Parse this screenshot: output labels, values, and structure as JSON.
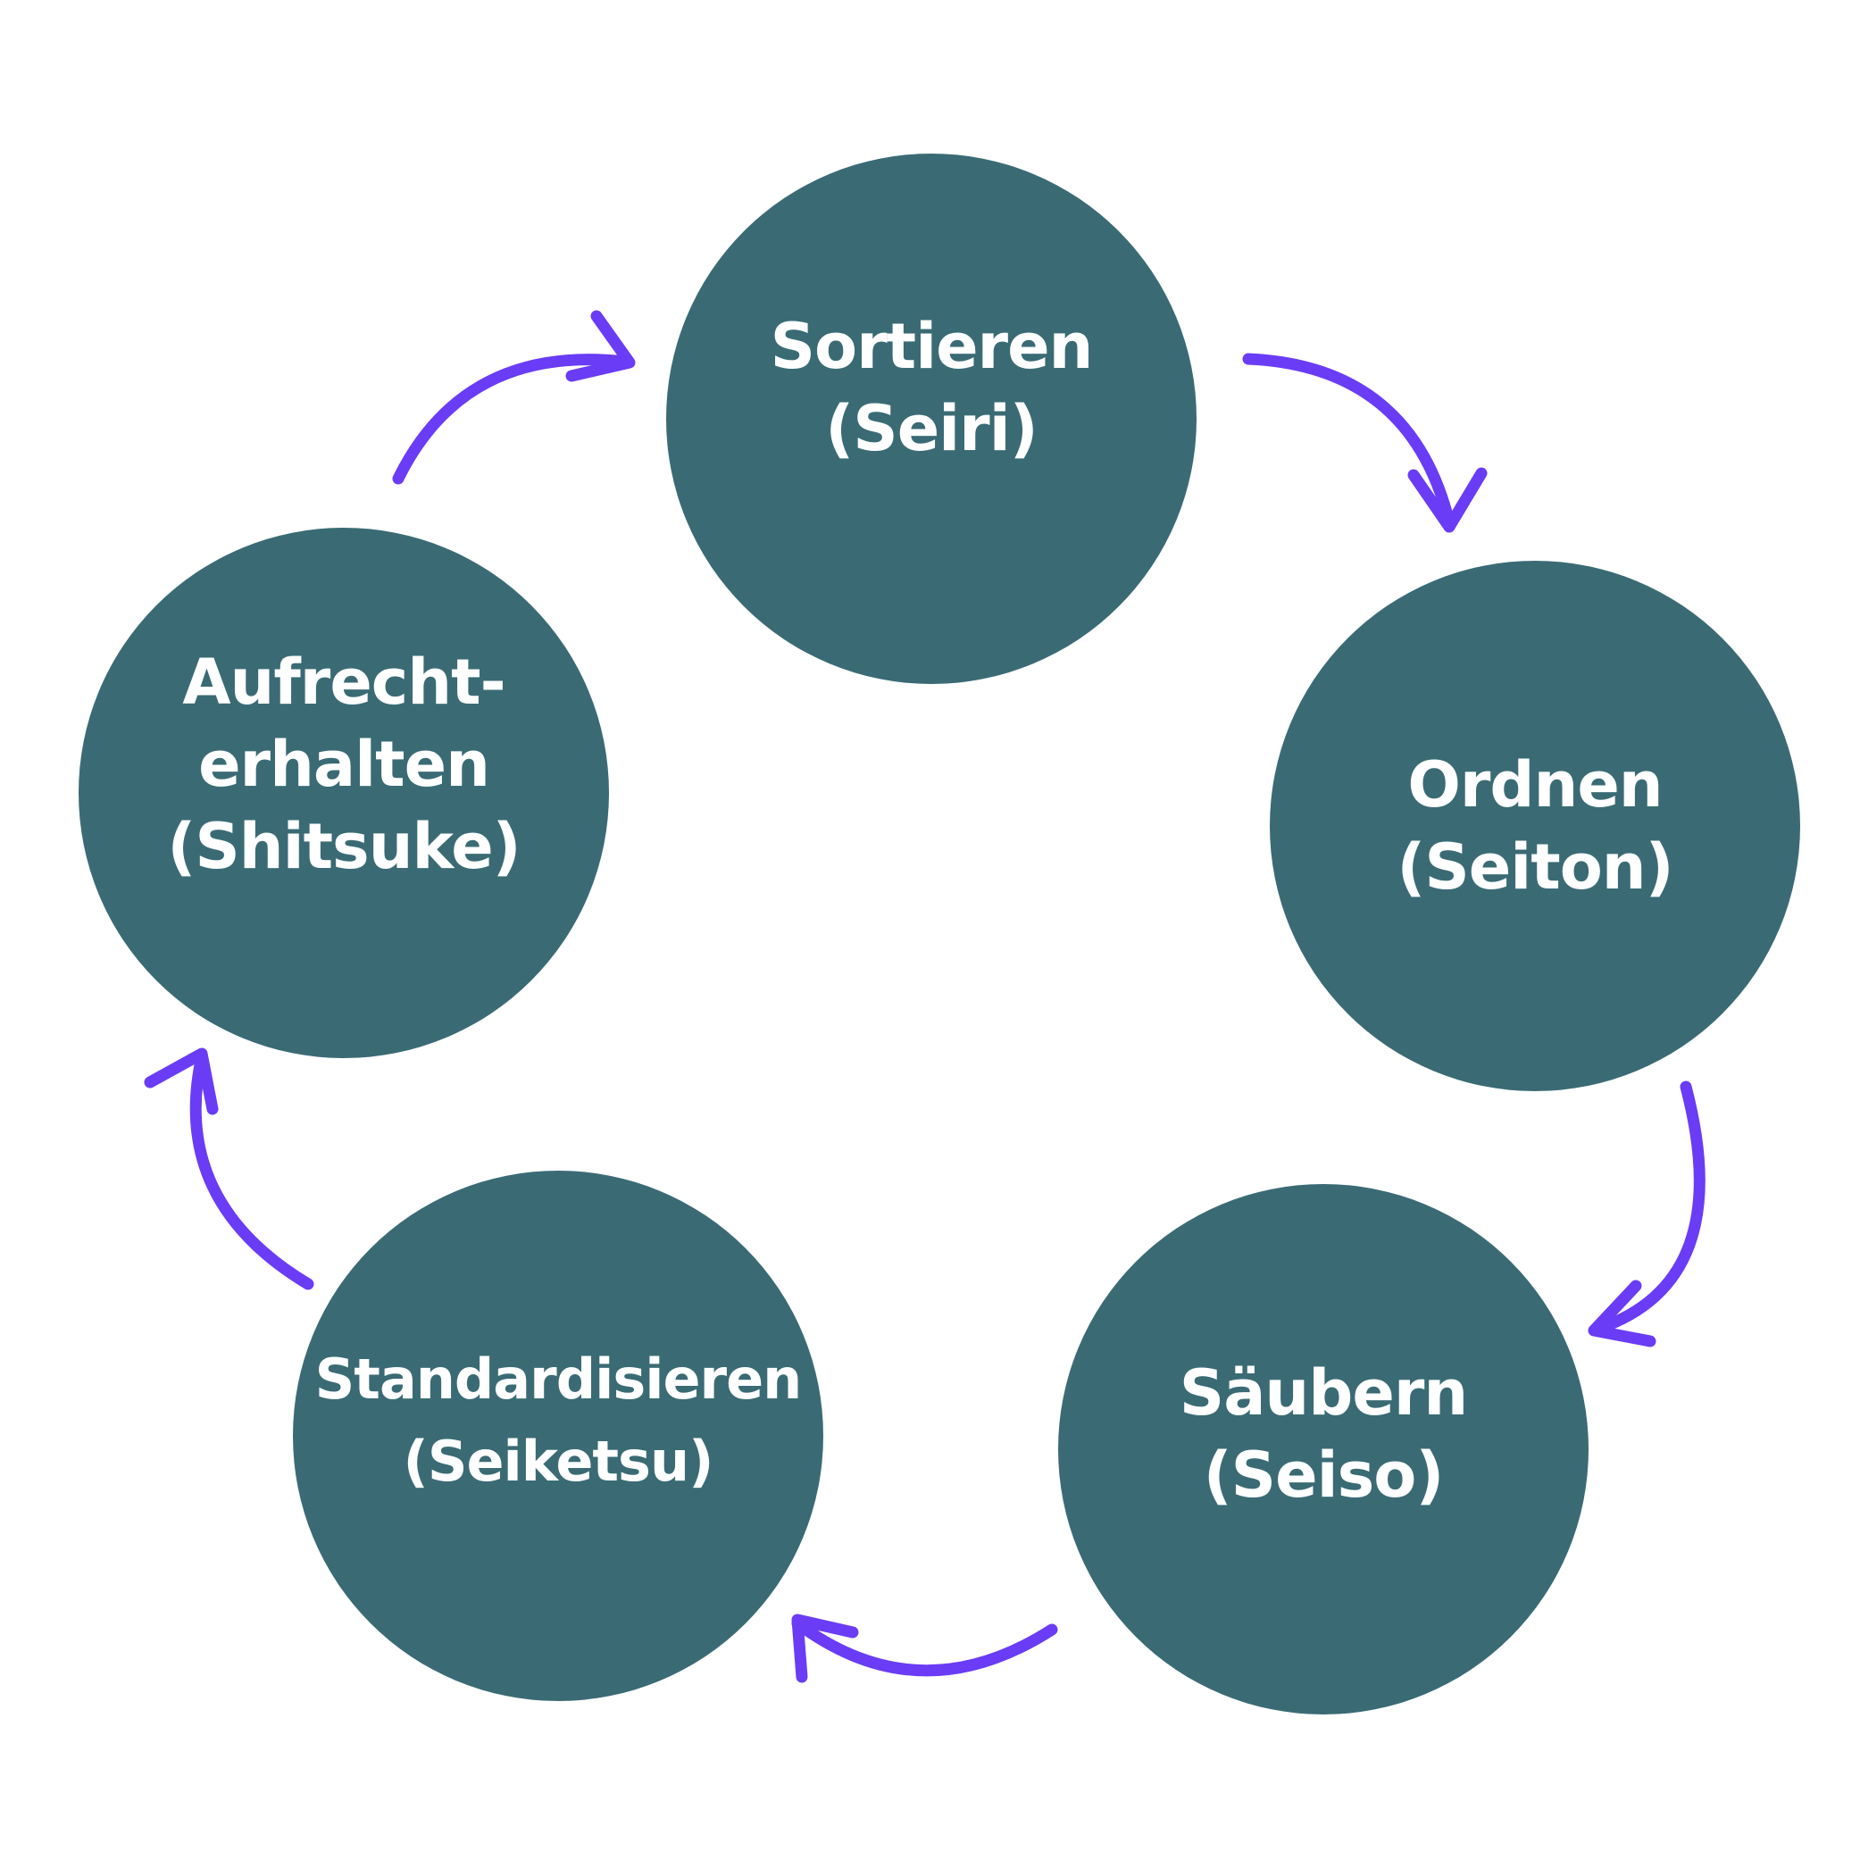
{
  "colors": {
    "circle_fill": "#3a6b75",
    "circle_text": "#ffffff",
    "arrow": "#6a3cf5",
    "background": "#ffffff"
  },
  "steps": [
    {
      "line1": "Sortieren",
      "line2": "(Seiri)"
    },
    {
      "line1": "Ordnen",
      "line2": "(Seiton)"
    },
    {
      "line1": "Säubern",
      "line2": "(Seiso)"
    },
    {
      "line1": "Standardisieren",
      "line2": "(Seiketsu)"
    },
    {
      "line1": "Aufrecht-",
      "line2": "erhalten",
      "line3": "(Shitsuke)"
    }
  ]
}
